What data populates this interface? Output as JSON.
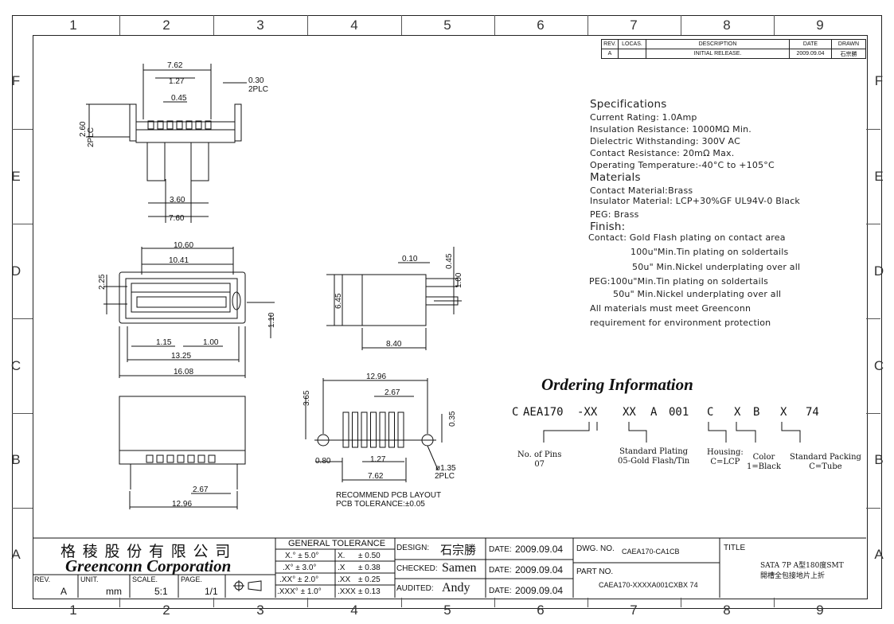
{
  "zones": {
    "columns": [
      "1",
      "2",
      "3",
      "4",
      "5",
      "6",
      "7",
      "8",
      "9"
    ],
    "rows": [
      "F",
      "E",
      "D",
      "C",
      "B",
      "A"
    ]
  },
  "revision_table": {
    "headers": [
      "REV.",
      "LOCAS.",
      "DESCRIPTION",
      "DATE",
      "DRAWN"
    ],
    "row": [
      "A",
      "",
      "INITIAL RELEASE.",
      "2009.09.04",
      "石宗勝"
    ]
  },
  "specifications": {
    "heading": "Specifications",
    "lines": [
      "Current Rating: 1.0Amp",
      "Insulation Resistance: 1000MΩ Min.",
      "Dielectric Withstanding: 300V AC",
      "Contact Resistance: 20mΩ Max.",
      "Operating Temperature:-40°C to +105°C"
    ],
    "materials_heading": "Materials",
    "materials": [
      "Contact Material:Brass",
      "Insulator Material: LCP+30%GF UL94V-0 Black",
      "PEG: Brass"
    ],
    "finish_heading": "Finish:",
    "finish": [
      "Contact: Gold Flash plating on contact area",
      "100u\"Min.Tin plating on soldertails",
      "50u\" Min.Nickel underplating over all",
      "PEG:100u\"Min.Tin plating on soldertails",
      "50u\" Min.Nickel underplating over all",
      "All materials must meet Greenconn",
      "requirement for environment protection"
    ]
  },
  "ordering": {
    "title": "Ordering Information",
    "code": [
      "C",
      "AEA170",
      "-XX",
      "XX",
      "A",
      "001",
      "C",
      "X",
      "B",
      "X",
      "74"
    ],
    "labels": {
      "pins": "No. of Pins\n07",
      "plating": "Standard Plating\n05-Gold Flash/Tin",
      "housing": "Housing:\nC=LCP",
      "color": "Color\n1=Black",
      "packing": "Standard Packing\nC=Tube"
    }
  },
  "dimensions": {
    "top": [
      "7.62",
      "1.27",
      "0.45",
      "0.30",
      "2PLC",
      "2.60",
      "2PLC",
      "3.60",
      "7.60"
    ],
    "mid": [
      "10.60",
      "10.41",
      "2.25",
      "1.10",
      "1.15",
      "1.00",
      "13.25",
      "16.08"
    ],
    "side": [
      "0.10",
      "0.45",
      "1.00",
      "6.45",
      "8.40"
    ],
    "front": [
      "2.67",
      "12.96"
    ],
    "pcb": [
      "12.96",
      "2.67",
      "3.65",
      "0.35",
      "0.80",
      "1.27",
      "7.62",
      "ø1.35",
      "2PLC"
    ],
    "pcb_note": [
      "RECOMMEND PCB LAYOUT",
      "PCB TOLERANCE:±0.05"
    ]
  },
  "title_block": {
    "company_cn": "格 稜 股 份 有 限 公 司",
    "company_en": "Greenconn Corporation",
    "rev_label": "REV.",
    "rev_value": "A",
    "unit_label": "UNIT.",
    "unit_value": "mm",
    "scale_label": "SCALE.",
    "scale_value": "5:1",
    "page_label": "PAGE.",
    "page_value": "1/1",
    "tolerance_title": "GENERAL TOLERANCE",
    "tolerance": [
      [
        "X.° ± 5.0°",
        "X.",
        "± 0.50"
      ],
      [
        ".X° ± 3.0°",
        ".X",
        "± 0.38"
      ],
      [
        ".XX° ± 2.0°",
        ".XX",
        "± 0.25"
      ],
      [
        ".XXX° ± 1.0°",
        ".XXX",
        "± 0.13"
      ]
    ],
    "design_label": "DESIGN:",
    "design_value": "石宗勝",
    "checked_label": "CHECKED:",
    "checked_value": "Samen",
    "audited_label": "AUDITED:",
    "audited_value": "Andy",
    "date_label": "DATE:",
    "date_value": "2009.09.04",
    "dwg_label": "DWG. NO.",
    "dwg_value": "CAEA170-CA1CB",
    "part_label": "PART NO.",
    "part_value": "CAEA170-XXXXA001CXBX 74",
    "title_label": "TITLE",
    "title_line1": "SATA 7P A型180度SMT",
    "title_line2": "開槽全包接地片上折"
  }
}
